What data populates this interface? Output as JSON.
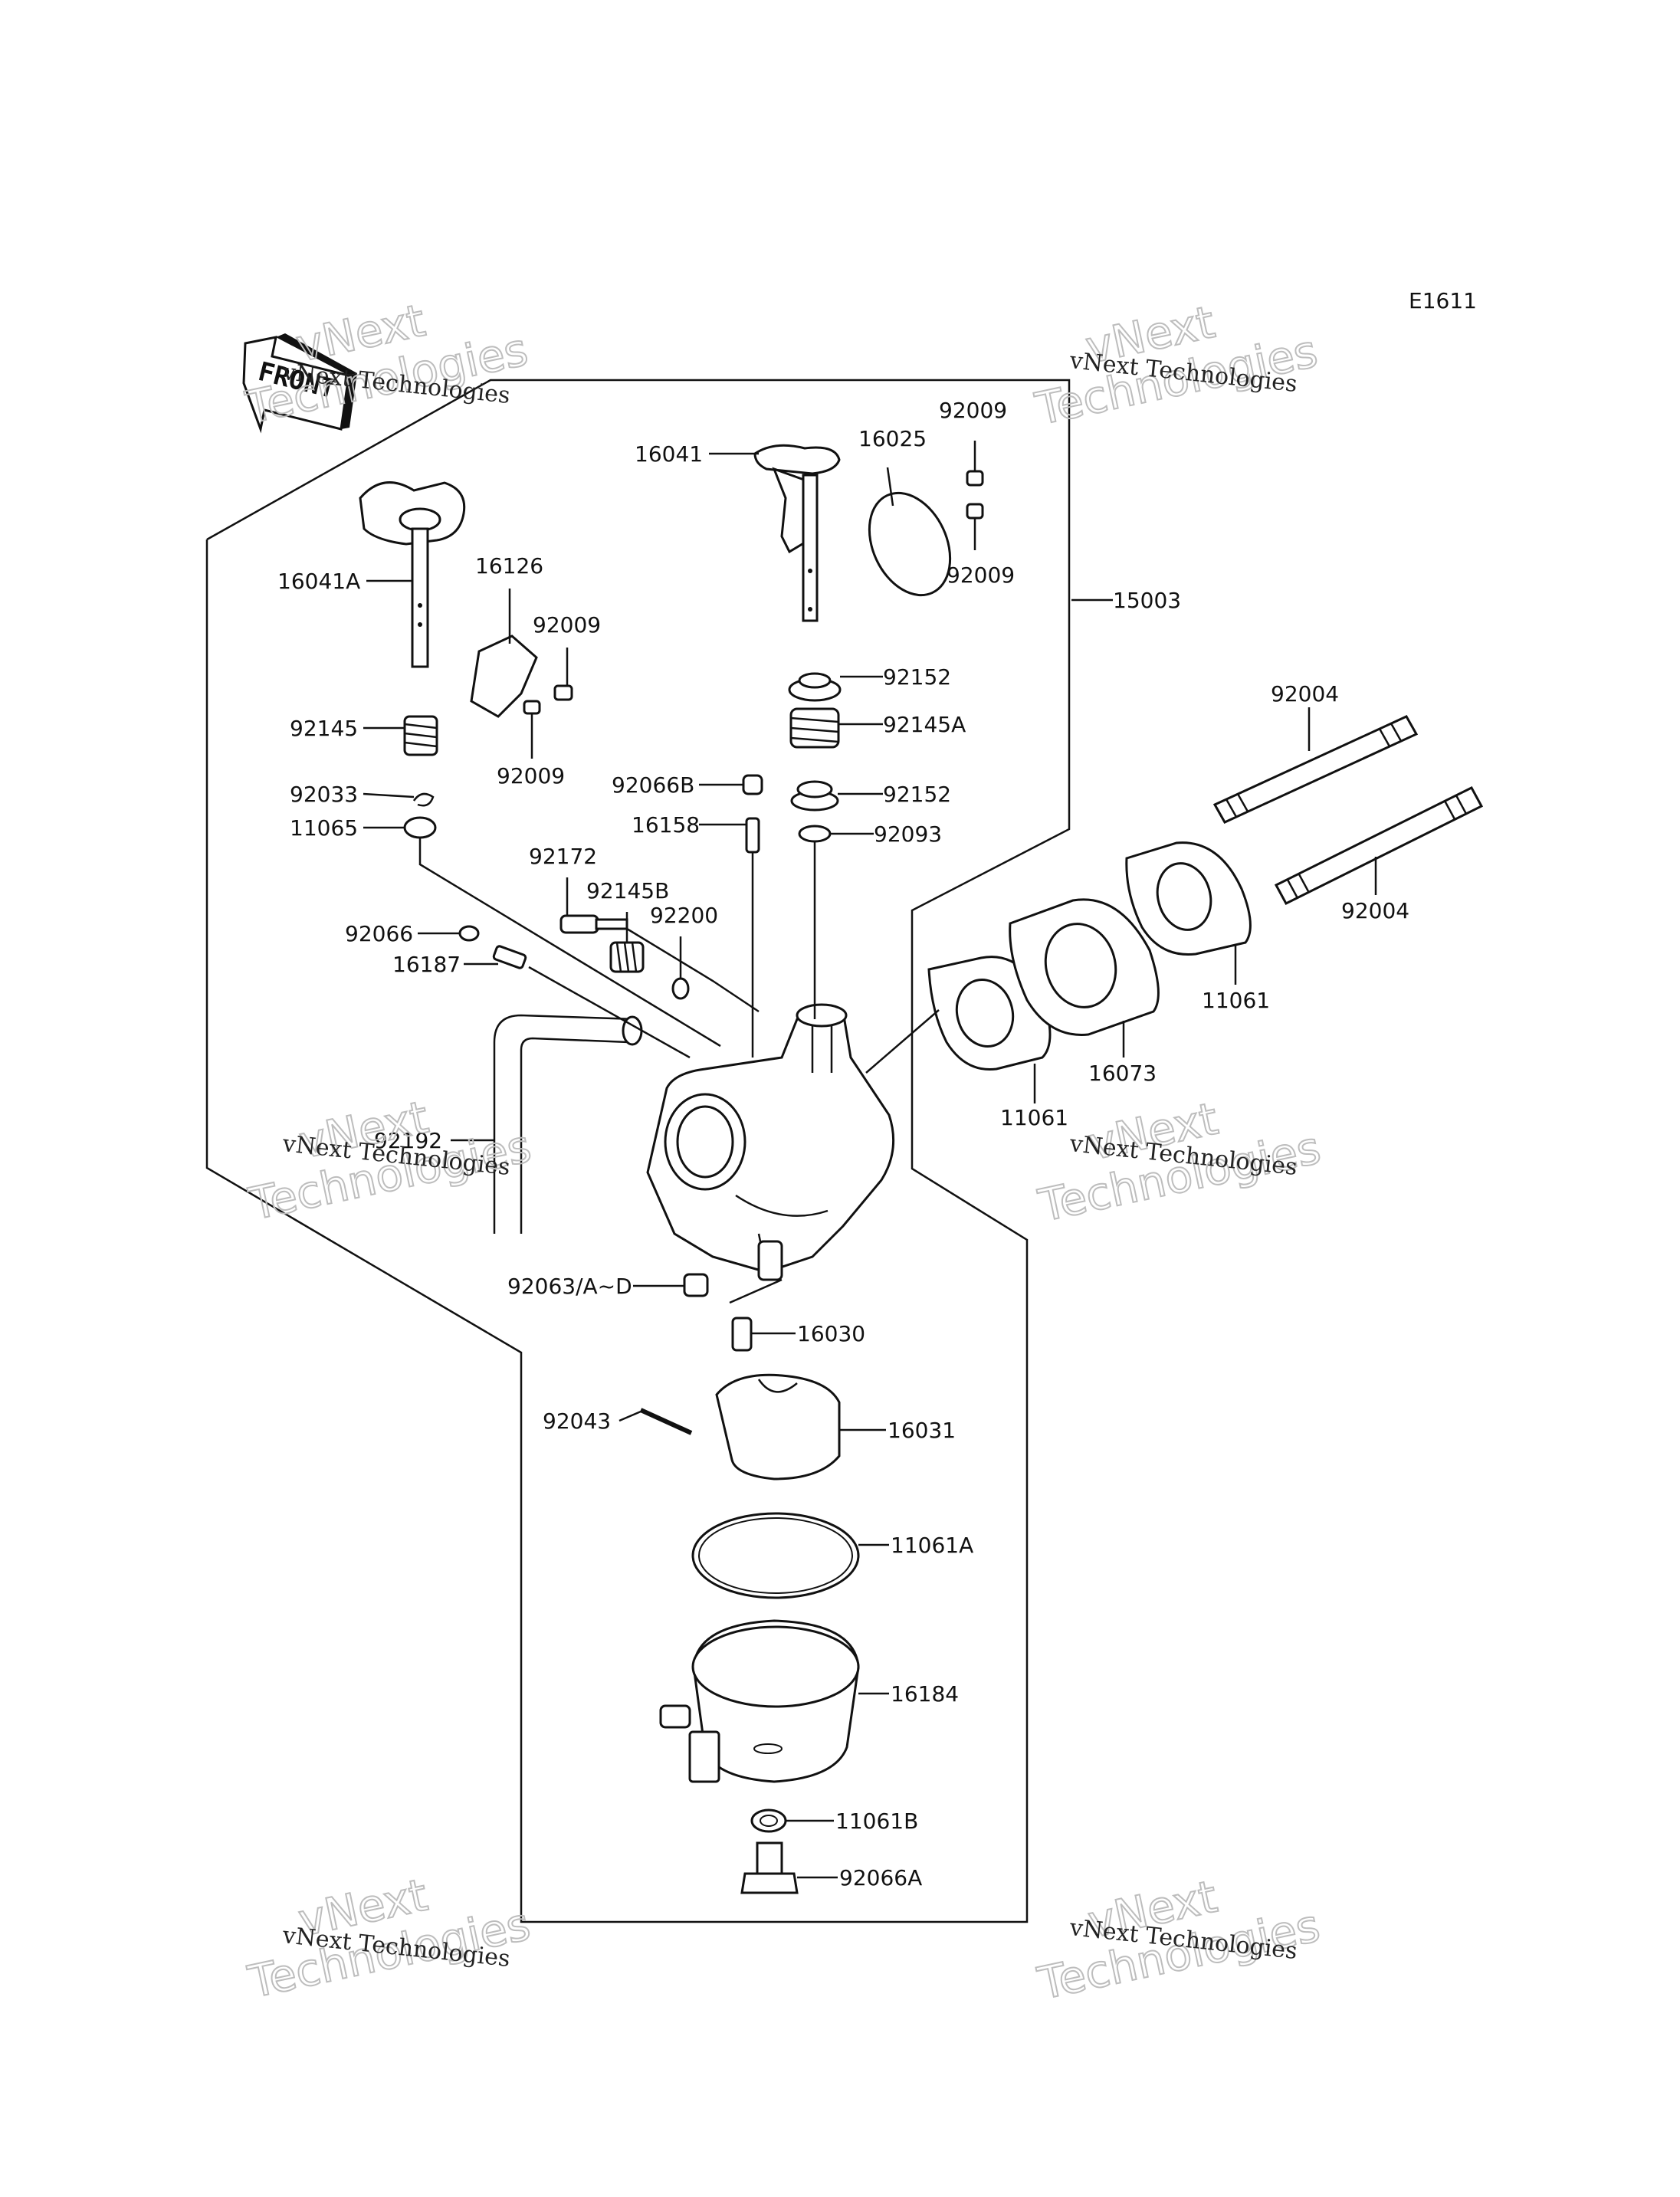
{
  "diagram_code": "E1611",
  "front_label": "FRONT",
  "watermark": {
    "line1": "vNext Technologies",
    "line2a": "vNext",
    "line2b": "Technologies"
  },
  "colors": {
    "line": "#111111",
    "watermark": "#bdbdbd",
    "background": "#ffffff"
  },
  "parts": [
    "16041",
    "16025",
    "92009",
    "92009",
    "15003",
    "16041A",
    "16126",
    "92009",
    "92009",
    "92145",
    "92152",
    "92145A",
    "92066B",
    "92152",
    "92033",
    "11065",
    "16158",
    "92093",
    "92172",
    "92145B",
    "92200",
    "92066",
    "16187",
    "92004",
    "92004",
    "11061",
    "16073",
    "11061",
    "92192",
    "92063/A~D",
    "16030",
    "92043",
    "16031",
    "11061A",
    "16184",
    "11061B",
    "92066A"
  ]
}
